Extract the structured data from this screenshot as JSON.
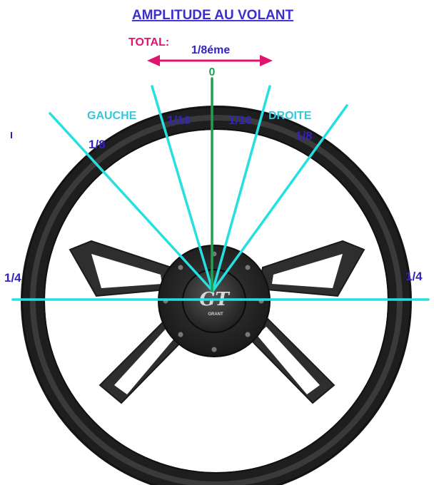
{
  "title": "AMPLITUDE AU VOLANT",
  "total_label": "TOTAL:",
  "total_value": "1/8éme",
  "zero_label": "0",
  "left_label": "GAUCHE",
  "right_label": "DROITE",
  "marks": {
    "left_sixteenth": "1/16",
    "right_sixteenth": "1/16",
    "left_eighth": "1/8",
    "right_eighth": "1/8",
    "left_quarter": "1/4",
    "right_quarter": "1/4"
  },
  "logo_text": "GT",
  "logo_subtext": "GRANT",
  "colors": {
    "title": "#3b2fc9",
    "total": "#e0146f",
    "zero": "#1f9e55",
    "direction": "#33c8dc",
    "marks": "#3322bb",
    "ray": "#25e0e0",
    "center_ray": "#20a050",
    "wheel": "#2b2b2b"
  }
}
